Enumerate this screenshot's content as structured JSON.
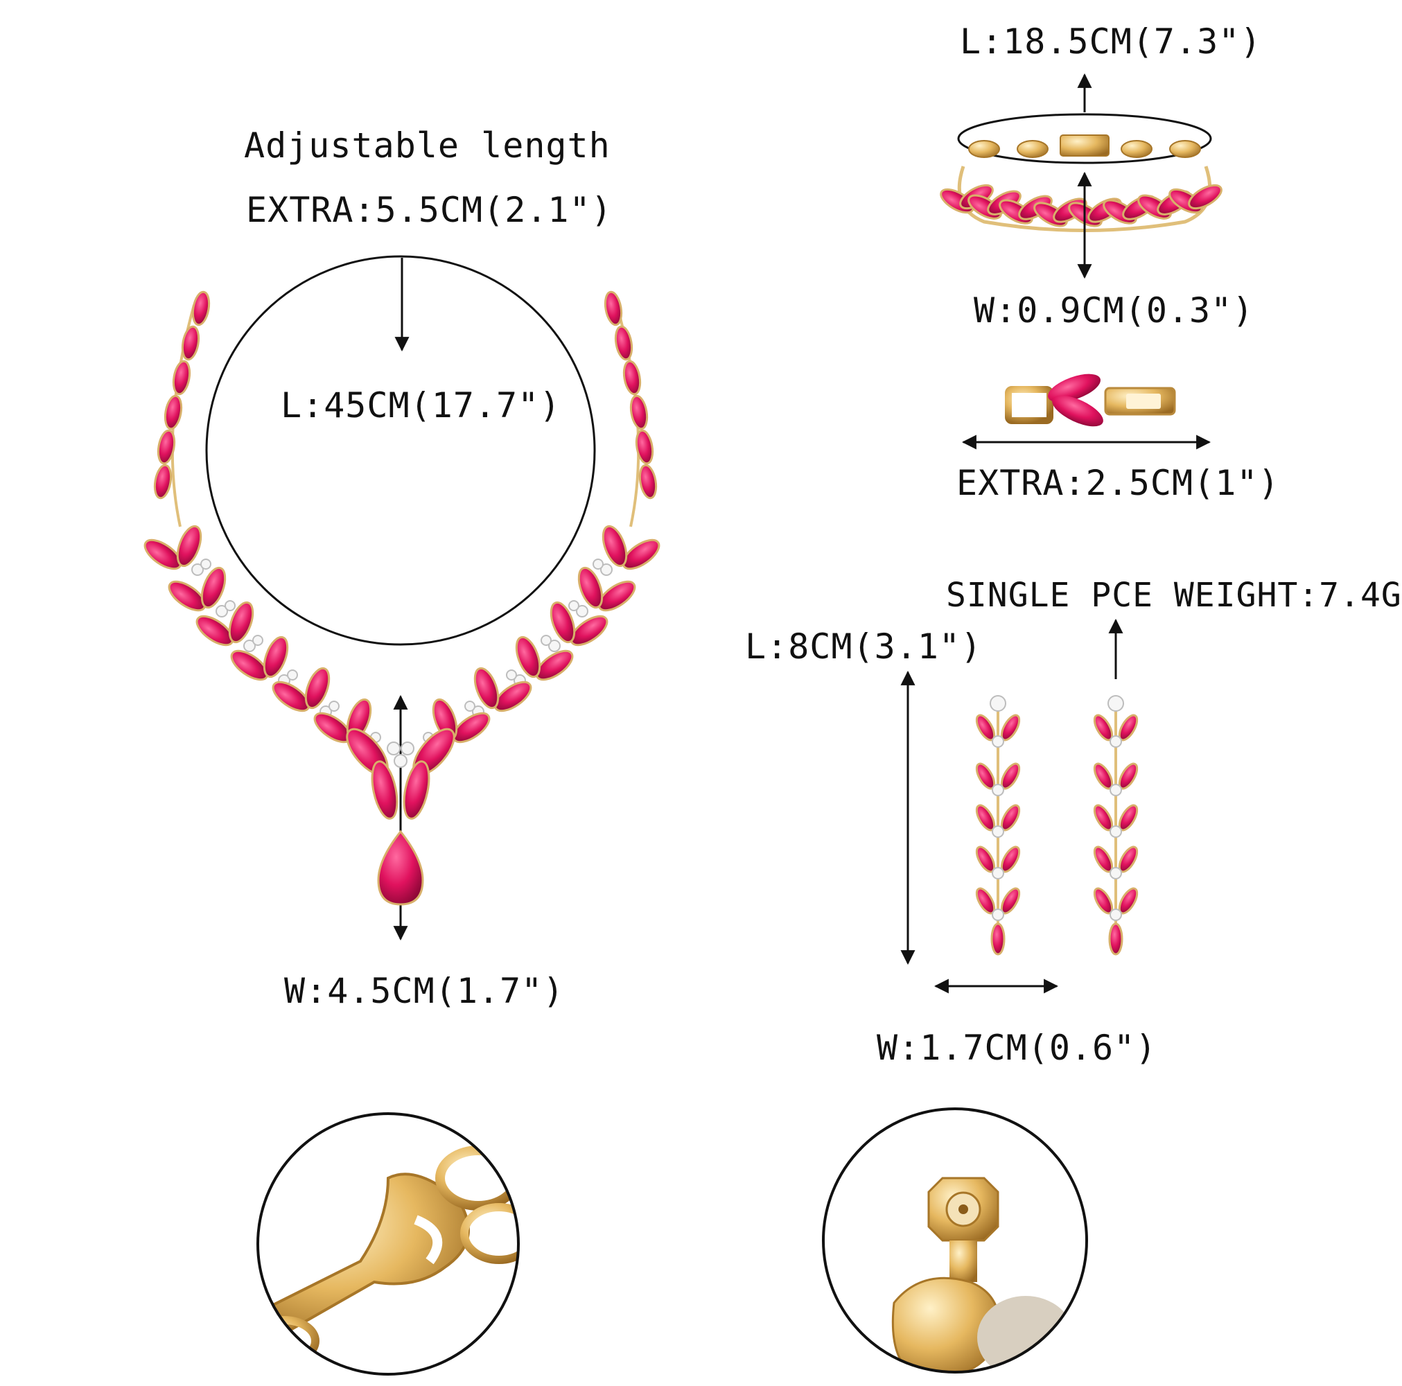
{
  "necklace": {
    "adjustable_label": "Adjustable length",
    "extra_label": "EXTRA:5.5CM(2.1\")",
    "length_label": "L:45CM(17.7\")",
    "width_label": "W:4.5CM(1.7\")"
  },
  "bracelet": {
    "length_label": "L:18.5CM(7.3\")",
    "width_label": "W:0.9CM(0.3\")",
    "extra_label": "EXTRA:2.5CM(1\")"
  },
  "earrings": {
    "weight_label": "SINGLE PCE WEIGHT:7.4G",
    "length_label": "L:8CM(3.1\")",
    "width_label": "W:1.7CM(0.6\")"
  },
  "colors": {
    "gem": "#e0125e",
    "gem_dark": "#a80a45",
    "gold": "#e8c27a",
    "gold_dark": "#b98a3c",
    "crystal": "#f2f2f2",
    "line": "#111111"
  }
}
